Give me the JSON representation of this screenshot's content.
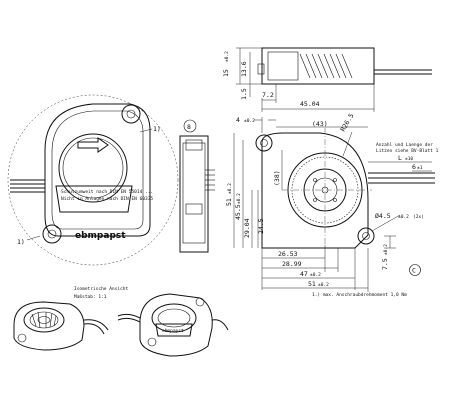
{
  "dimensions": {
    "d15": "15",
    "d15_tol": "±0.2",
    "d13_6": "13.6",
    "d1_5": "1.5",
    "d7_2": "7.2",
    "d45_04": "45.04",
    "d4": "4",
    "d4_tol": "±0.2",
    "d43": "(43)",
    "r26_5": "R26.5",
    "d38": "(38)",
    "d51": "51",
    "d51_tol": "±0.2",
    "d45_5": "45.5",
    "d45_5_tol": "±0.2",
    "d29_04": "29.04",
    "d24_5": "24.5",
    "d26_53": "26.53",
    "d28_99": "28.99",
    "d47": "47",
    "d47_tol": "±0.2",
    "d51b": "51",
    "d51b_tol": "±0.2",
    "dL": "L",
    "dL_tol": "±10",
    "d6": "6",
    "d6_tol": "±1",
    "d4_5_dia": "Ø4.5",
    "d4_5_tol": "±0.2",
    "d4_5_count": "(2x)",
    "d7_5": "7.5",
    "d7_5_tol": "±0.2"
  },
  "labels": {
    "callout_1": "1)",
    "callout_1b": "1)",
    "callout_8": "8",
    "callout_c": "C",
    "wire_note_1": "Anzahl und Laenge der",
    "wire_note_2": "Litzen siehe BV-Blatt 1",
    "iso_title": "Isometrische Ansicht",
    "iso_scale": "Maßstab: 1:1",
    "footnote": "1.) max. Anschraubdrehmoment 1,0 Nm",
    "brand": "ebmpapst",
    "label_line_1": "Schutzumweit nach DIN EN 55014 ...",
    "label_line_2": "Nicht in Anlagen nach DIN EN 60335"
  },
  "colors": {
    "ink": "#111111",
    "paper": "#ffffff"
  }
}
